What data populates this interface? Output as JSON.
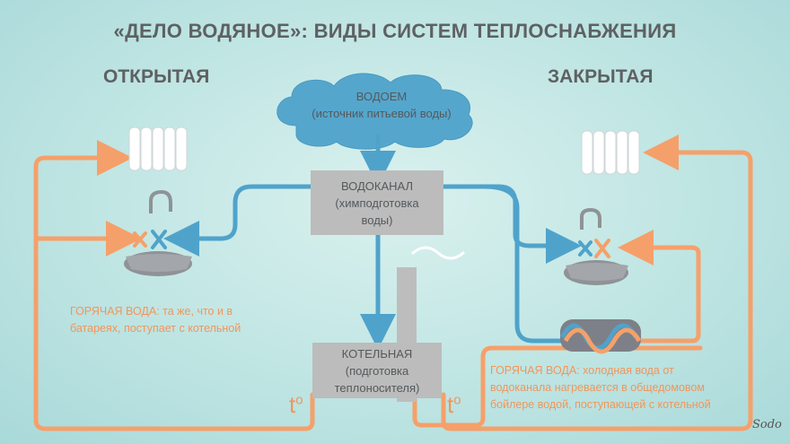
{
  "title": "«ДЕЛО ВОДЯНОЕ»: ВИДЫ СИСТЕМ ТЕПЛОСНАБЖЕНИЯ",
  "open": {
    "label": "ОТКРЫТАЯ"
  },
  "closed": {
    "label": "ЗАКРЫТАЯ"
  },
  "reservoir": {
    "line1": "ВОДОЕМ",
    "line2": "(источник питьевой воды)"
  },
  "vodokanal": {
    "line1": "ВОДОКАНАЛ",
    "line2": "(химподготовка",
    "line3": "воды)"
  },
  "boiler_house": {
    "line1": "КОТЕЛЬНАЯ",
    "line2": "(подготовка",
    "line3": "теплоносителя)"
  },
  "notes": {
    "open_label": "ГОРЯЧАЯ ВОДА:",
    "open_line1": " та же, что и в",
    "open_line2": "батареях, поступает с котельной",
    "closed_label": "ГОРЯЧАЯ ВОДА:",
    "closed_line1": " холодная вода от",
    "closed_line2": "водоканала нагревается в общедомовом",
    "closed_line3": "бойлере водой, поступающей с котельной"
  },
  "temp": {
    "symbol": "t",
    "degree": "o"
  },
  "signature": "Sodo",
  "colors": {
    "blue": "#4fa3cb",
    "orange": "#f5a06a",
    "gray_box": "#bcbcbc",
    "text": "#5e6163"
  }
}
